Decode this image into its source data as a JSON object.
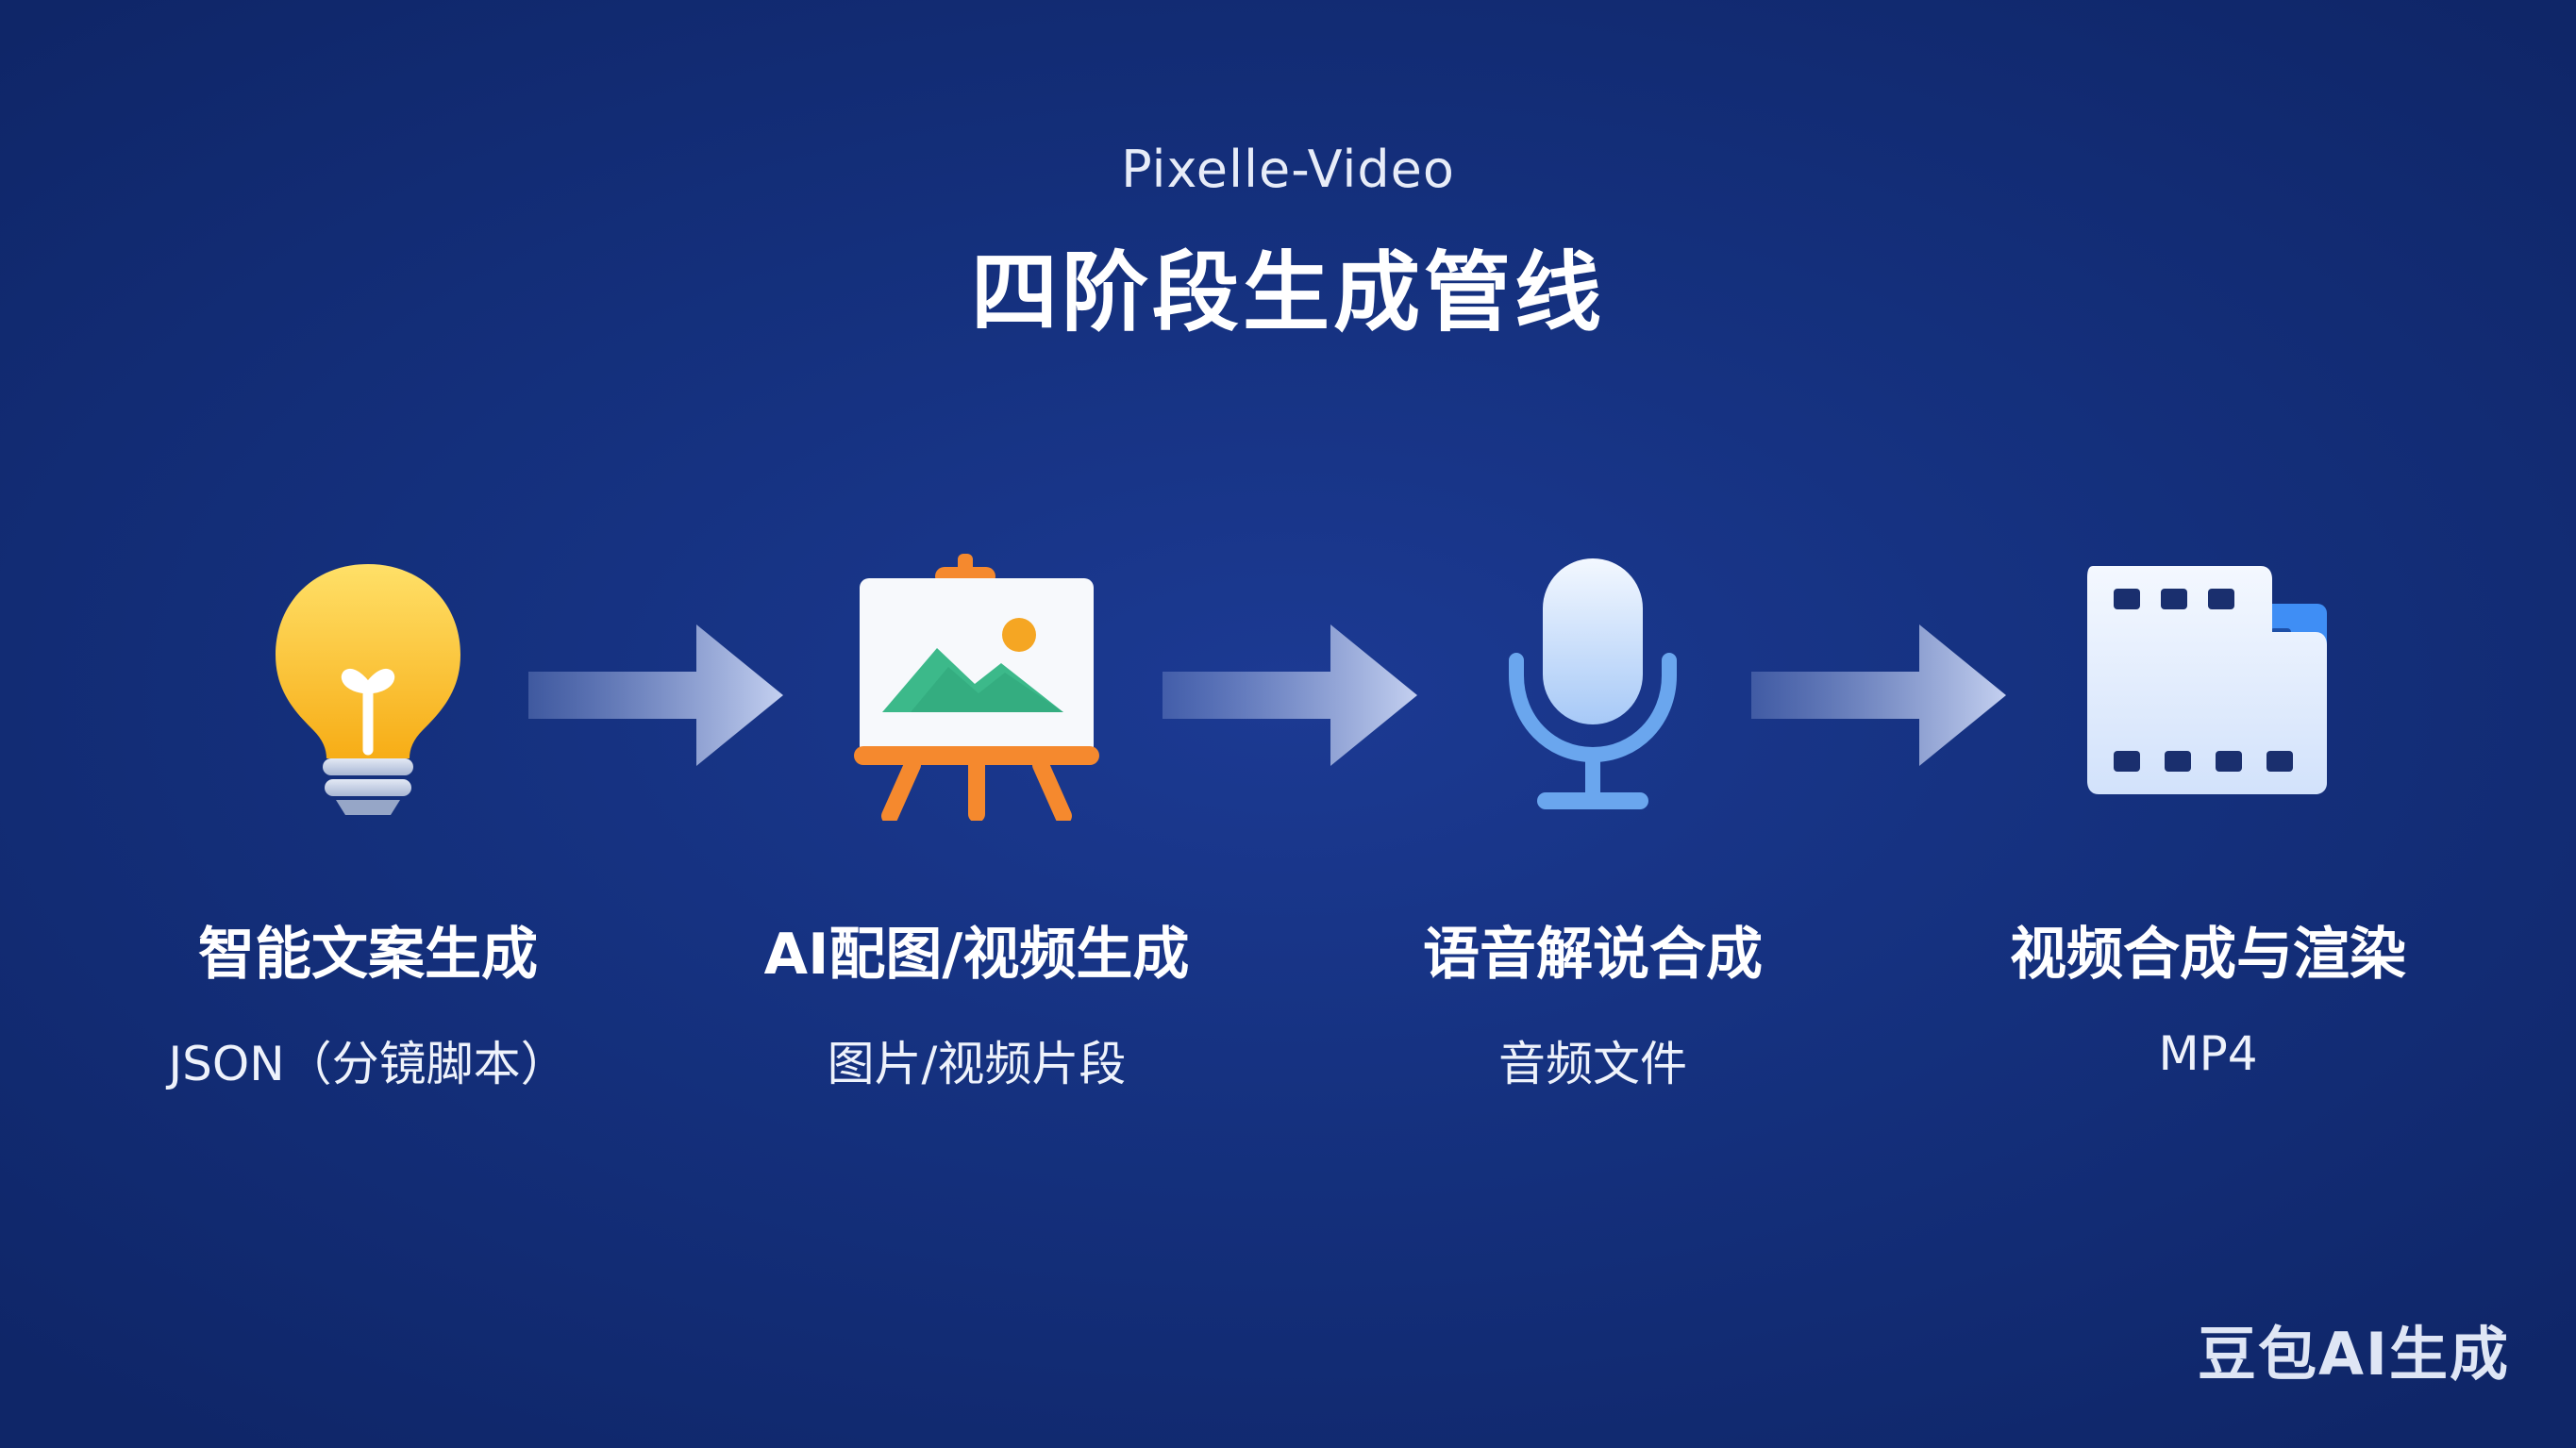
{
  "header": {
    "subtitle": "Pixelle-Video",
    "title": "四阶段生成管线"
  },
  "stages": [
    {
      "title": "智能文案生成",
      "output": "JSON（分镜脚本）",
      "icon": "lightbulb-icon"
    },
    {
      "title": "AI配图/视频生成",
      "output": "图片/视频片段",
      "icon": "easel-image-icon"
    },
    {
      "title": "语音解说合成",
      "output": "音频文件",
      "icon": "microphone-icon"
    },
    {
      "title": "视频合成与渲染",
      "output": "MP4",
      "icon": "film-strip-icon"
    }
  ],
  "watermark": "豆包AI生成",
  "colors": {
    "background": "#15317f",
    "bulb": "#fbc531",
    "easel_frame": "#f5892e",
    "mountain": "#3cb98a",
    "mic": "#cfe3ff",
    "film": "#e9f1ff",
    "film_accent": "#3f8ef5"
  }
}
